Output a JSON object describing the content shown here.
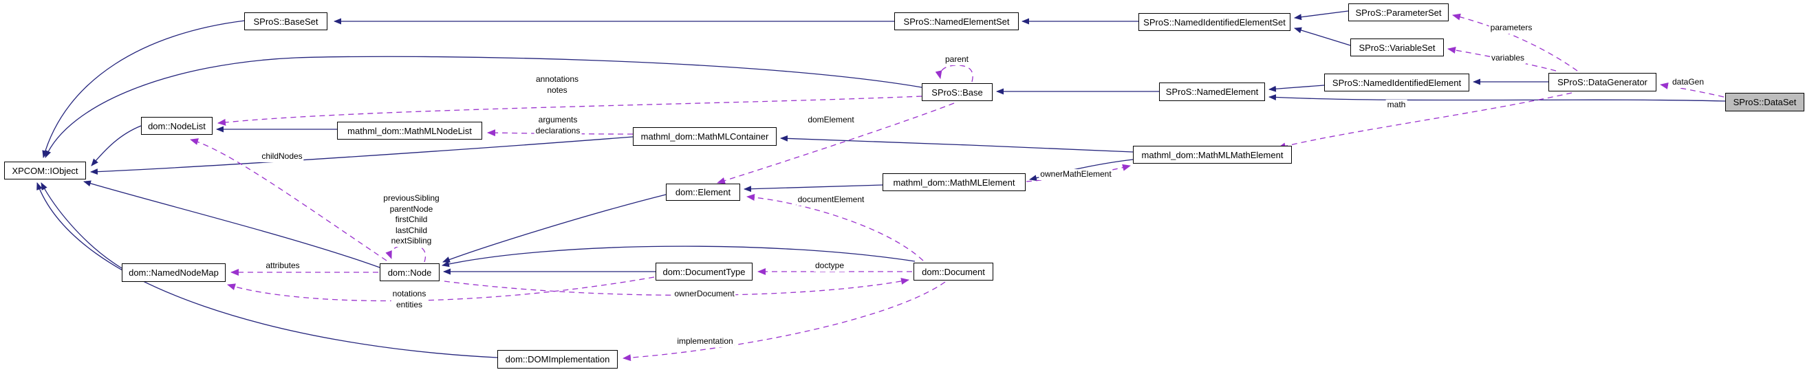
{
  "diagram": {
    "kind": "doxygen-collaboration-graph",
    "colors": {
      "inheritance_edge": "#24247c",
      "usage_edge": "#9a32cd",
      "node_background": "#ffffff",
      "node_border": "#000000",
      "target_node_background": "#bdbdbd",
      "label_text": "#000000"
    },
    "nodes": {
      "iobject": {
        "label": "XPCOM::IObject"
      },
      "baseset": {
        "label": "SProS::BaseSet"
      },
      "namedelementset": {
        "label": "SProS::NamedElementSet"
      },
      "namedidentifiedelementset": {
        "label": "SProS::NamedIdentifiedElementSet"
      },
      "parameterset": {
        "label": "SProS::ParameterSet"
      },
      "variableset": {
        "label": "SProS::VariableSet"
      },
      "base": {
        "label": "SProS::Base"
      },
      "namedelement": {
        "label": "SProS::NamedElement"
      },
      "namedidentifiedelement": {
        "label": "SProS::NamedIdentifiedElement"
      },
      "datagenerator": {
        "label": "SProS::DataGenerator"
      },
      "dataset": {
        "label": "SProS::DataSet"
      },
      "nodelist": {
        "label": "dom::NodeList"
      },
      "mathmlnodelist": {
        "label": "mathml_dom::MathMLNodeList"
      },
      "mathmlcontainer": {
        "label": "mathml_dom::MathMLContainer"
      },
      "element": {
        "label": "dom::Element"
      },
      "mathmlelement": {
        "label": "mathml_dom::MathMLElement"
      },
      "mathmlmathelement": {
        "label": "mathml_dom::MathMLMathElement"
      },
      "node": {
        "label": "dom::Node"
      },
      "namednodemap": {
        "label": "dom::NamedNodeMap"
      },
      "documenttype": {
        "label": "dom::DocumentType"
      },
      "document": {
        "label": "dom::Document"
      },
      "domimplementation": {
        "label": "dom::DOMImplementation"
      }
    },
    "edge_labels": {
      "parent": "parent",
      "annotations": [
        "annotations",
        "notes"
      ],
      "arguments": [
        "arguments",
        "declarations"
      ],
      "child_nodes": "childNodes",
      "dom_element": "domElement",
      "parameters": "parameters",
      "variables": "variables",
      "math": "math",
      "data_gen": "dataGen",
      "owner_math_element": "ownerMathElement",
      "document_element": "documentElement",
      "siblings": [
        "previousSibling",
        "parentNode",
        "firstChild",
        "lastChild",
        "nextSibling"
      ],
      "attributes": "attributes",
      "notations_entities": [
        "notations",
        "entities"
      ],
      "doctype": "doctype",
      "owner_document": "ownerDocument",
      "implementation": "implementation"
    }
  }
}
